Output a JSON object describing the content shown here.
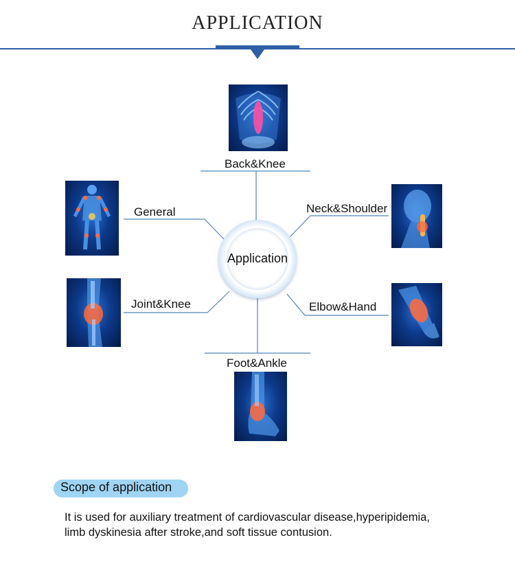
{
  "header": {
    "title": "APPLICATION"
  },
  "diagram": {
    "center_label": "Application",
    "nodes": {
      "back_knee": "Back&Knee",
      "general": "General",
      "neck_shoulder": "Neck&Shoulder",
      "joint_knee": "Joint&Knee",
      "elbow_hand": "Elbow&Hand",
      "foot_ankle": "Foot&Ankle"
    }
  },
  "scope": {
    "title": "Scope of application",
    "description_line1": "It is used for auxiliary treatment of cardiovascular disease,hyperipidemia,",
    "description_line2": "limb dyskinesia after stroke,and soft tissue contusion."
  },
  "colors": {
    "accent": "#2f5fa7",
    "connector": "#4e86b8",
    "pill": "#9fd4f2",
    "highlight": "#ff6a3c"
  }
}
